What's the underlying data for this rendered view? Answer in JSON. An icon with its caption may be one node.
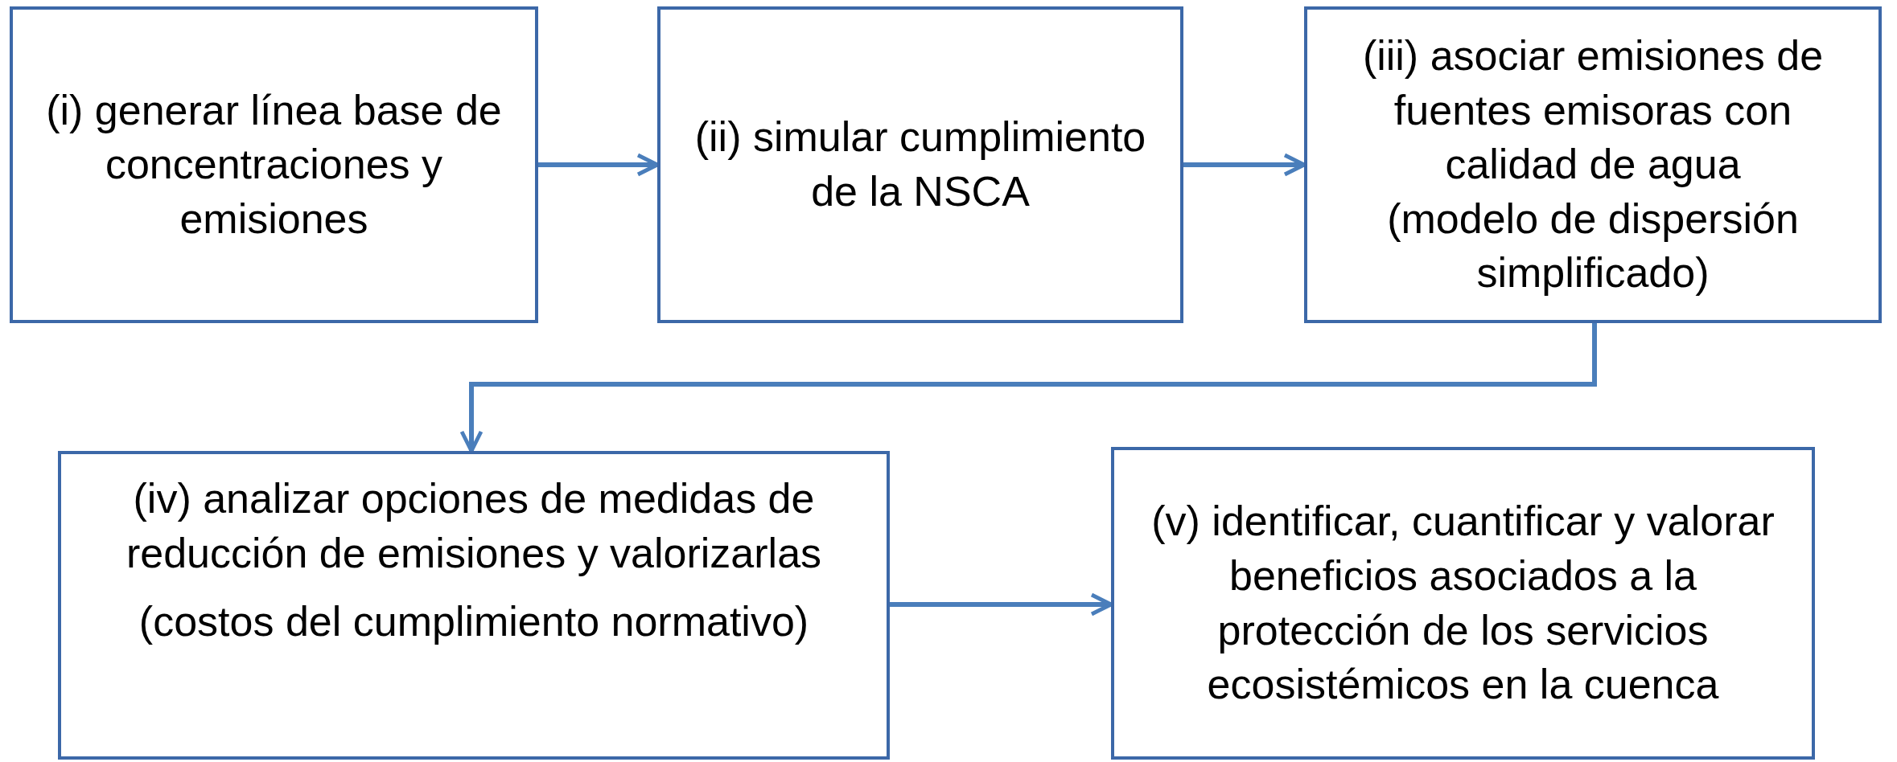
{
  "diagram": {
    "nodes": [
      {
        "text": [
          "(i) generar línea base de concentraciones y emisiones"
        ]
      },
      {
        "text": [
          "(ii) simular cumplimiento de la NSCA"
        ]
      },
      {
        "text": [
          "(iii) asociar emisiones de fuentes emisoras con calidad de agua",
          "(modelo de dispersión simplificado)"
        ]
      },
      {
        "text": [
          "(iv) analizar opciones de medidas de reducción de emisiones y valorizarlas",
          "(costos del cumplimiento normativo)"
        ]
      },
      {
        "text": [
          "(v) identificar, cuantificar y valorar beneficios asociados a la protección de los servicios ecosistémicos en la cuenca"
        ]
      }
    ],
    "edges": [
      {
        "from": 0,
        "to": 1,
        "arrow": "to"
      },
      {
        "from": 1,
        "to": 2,
        "arrow": "to"
      },
      {
        "from": 2,
        "to": 3,
        "arrow": "to"
      },
      {
        "from": 3,
        "to": 4,
        "arrow": "to"
      }
    ]
  }
}
